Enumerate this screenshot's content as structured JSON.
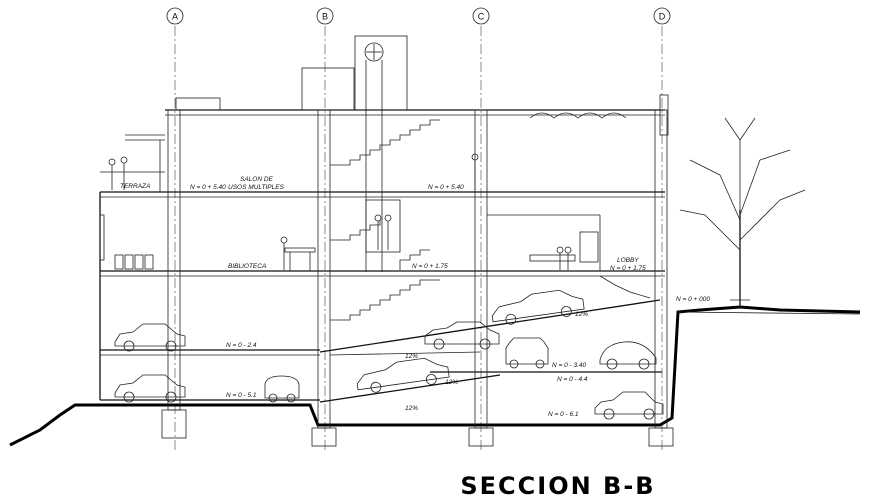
{
  "title": "SECCION B-B",
  "grid_axes": [
    "A",
    "B",
    "C",
    "D"
  ],
  "rooms": {
    "terraza": "TERRAZA",
    "salon_line1": "SALON DE",
    "salon_line2": "USOS MULTIPLES",
    "biblioteca": "BIBLIOTECA",
    "lobby": "LOBBY"
  },
  "levels": {
    "upper_left": "N = 0 + 5.40",
    "upper_right": "N = 0 + 5.40",
    "mid_center": "N = 0 + 1.75",
    "mid_right": "N = 0 + 1.75",
    "street": "N = 0 + 000",
    "basement1": "N = 0 - 2.4",
    "ramp_a": "N = 0 - 3.40",
    "ramp_b": "N = 0 - 4.4",
    "basement2": "N = 0 - 5.1",
    "basement3": "N = 0 - 6.1"
  },
  "slopes": {
    "s1": "12%",
    "s2": "12%",
    "s3": "12%",
    "s4": "12%"
  }
}
